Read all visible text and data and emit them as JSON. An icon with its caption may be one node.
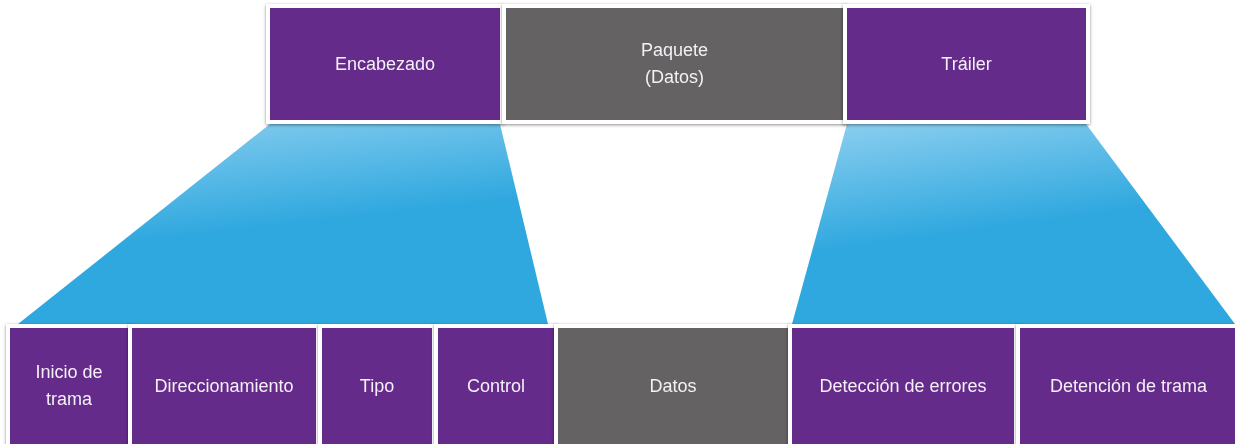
{
  "diagram": {
    "nodes": [
      {
        "text": [
          "Encabezado"
        ]
      },
      {
        "text": [
          "Paquete (Datos)"
        ]
      },
      {
        "text": [
          "Tráiler"
        ]
      },
      {
        "text": [
          "Inicio de trama"
        ]
      },
      {
        "text": [
          "Direccionamiento"
        ]
      },
      {
        "text": [
          "Tipo"
        ]
      },
      {
        "text": [
          "Control"
        ]
      },
      {
        "text": [
          "Datos"
        ]
      },
      {
        "text": [
          "Detección de errores"
        ]
      },
      {
        "text": [
          "Detención de trama"
        ]
      }
    ]
  }
}
